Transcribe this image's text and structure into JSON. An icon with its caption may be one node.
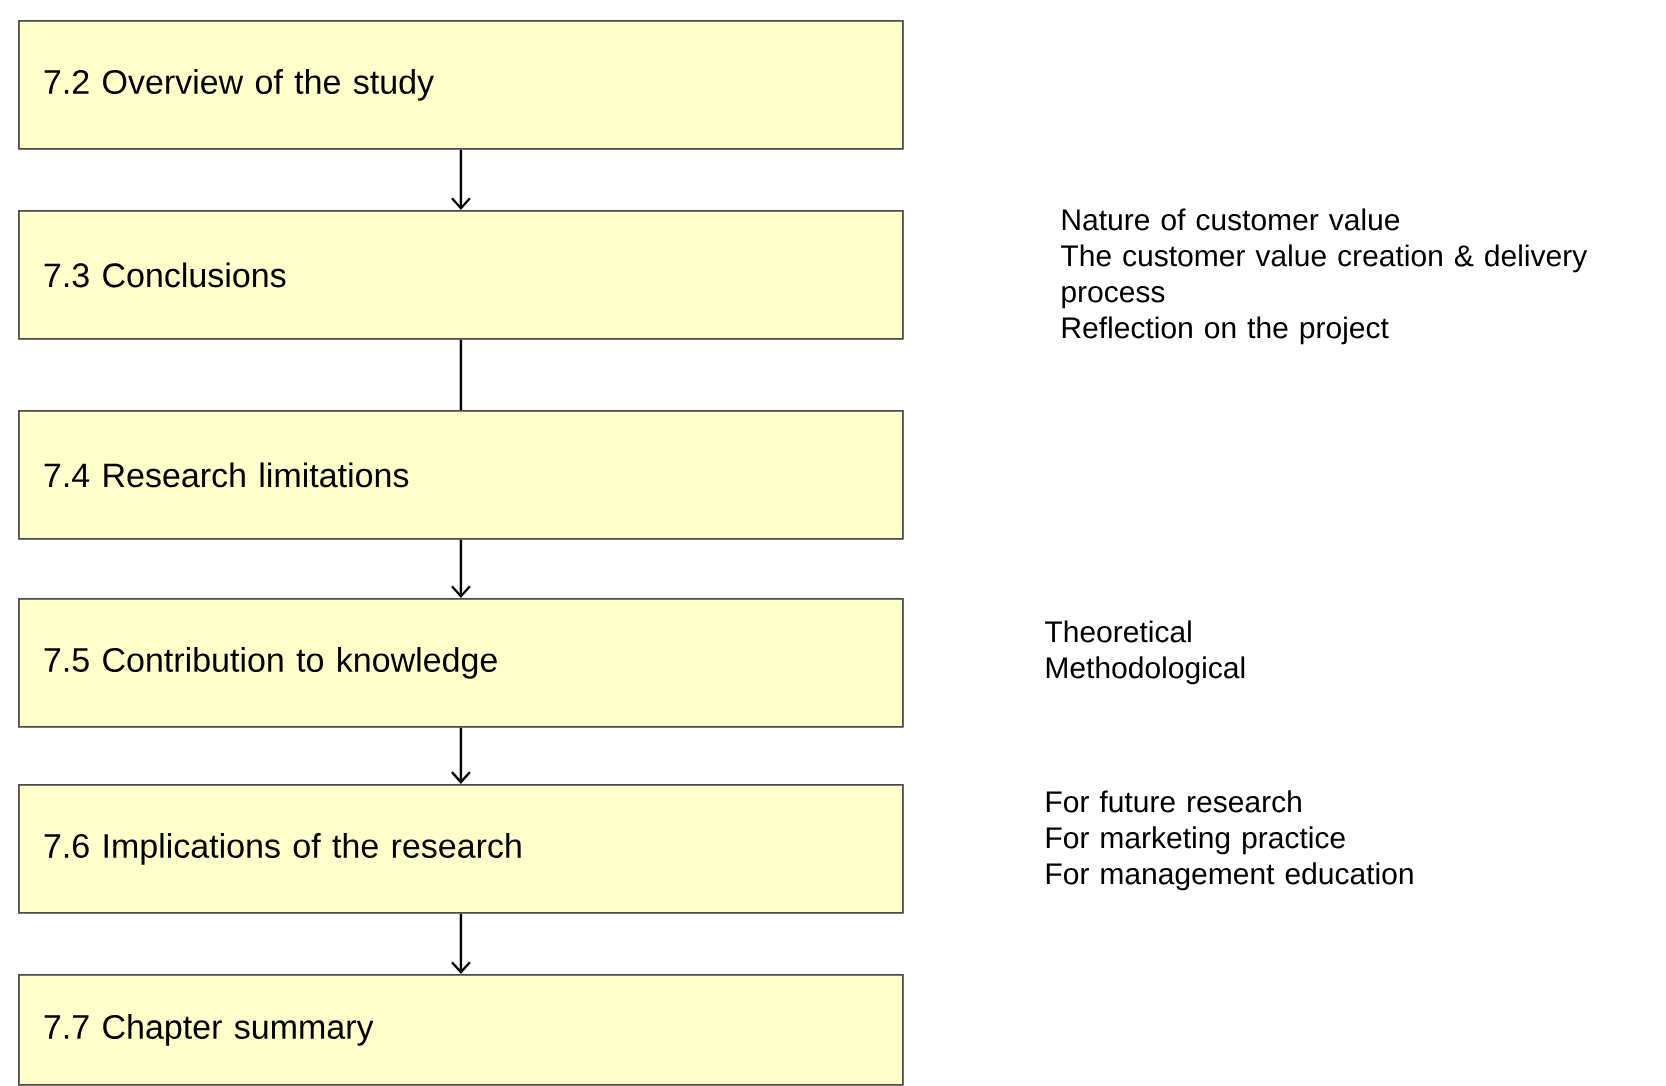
{
  "diagram": {
    "nodes": [
      {
        "text": [
          "7.2 Overview of the study"
        ]
      },
      {
        "text": [
          "7.3 Conclusions"
        ],
        "beside": [
          "Nature of customer value",
          "The customer value creation & delivery process",
          "Reflection on the project"
        ]
      },
      {
        "text": [
          "7.4 Research limitations"
        ]
      },
      {
        "text": [
          "7.5 Contribution to knowledge"
        ],
        "beside": [
          "Theoretical",
          "Methodological"
        ]
      },
      {
        "text": [
          "7.6 Implications of the research"
        ],
        "beside": [
          "For future research",
          "For marketing practice",
          "For management education"
        ]
      },
      {
        "text": [
          "7.7 Chapter summary"
        ]
      }
    ],
    "edges": [
      {
        "from": 0,
        "to": 1,
        "arrow": "to"
      },
      {
        "from": 1,
        "to": 2,
        "arrow": "none"
      },
      {
        "from": 2,
        "to": 3,
        "arrow": "to"
      },
      {
        "from": 3,
        "to": 4,
        "arrow": "to"
      },
      {
        "from": 4,
        "to": 5,
        "arrow": "to"
      }
    ]
  }
}
